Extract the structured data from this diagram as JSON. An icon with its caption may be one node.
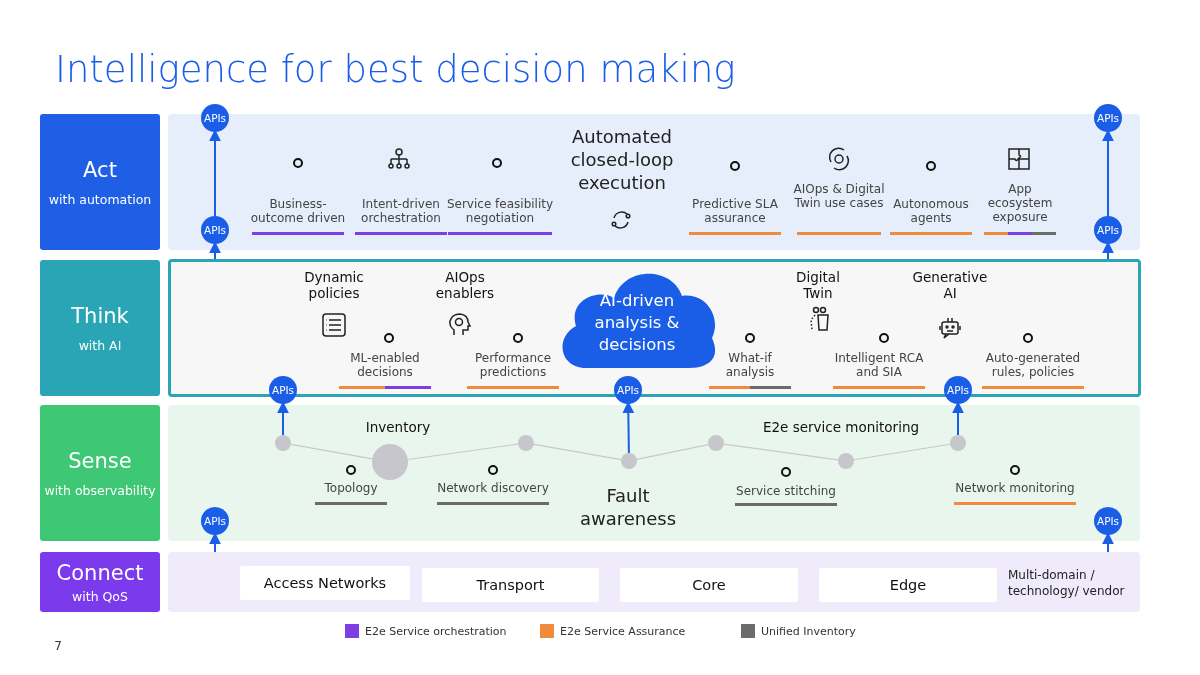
{
  "diagram": {
    "title": "Intelligence for best decision making",
    "nodes": [
      {
        "text": [
          "Act",
          "with automation"
        ]
      },
      {
        "text": [],
        "shape": "box"
      },
      {
        "text": [
          "APIs"
        ]
      },
      {
        "text": [
          "APIs"
        ]
      },
      {
        "text": [
          "APIs"
        ],
        "in": 1
      },
      {
        "text": [
          "APIs"
        ],
        "in": 1
      },
      {
        "text": [
          "Think",
          "with AI"
        ]
      },
      {
        "text": [],
        "shape": "box"
      },
      {
        "text": [
          "AI-driven analysis & decisions"
        ],
        "in": 7
      },
      {
        "text": [
          "APIs"
        ]
      },
      {
        "text": [
          "APIs"
        ]
      },
      {
        "text": [
          "APIs"
        ]
      },
      {
        "text": [
          "Sense",
          "with observability"
        ]
      },
      {
        "text": [],
        "shape": "box"
      },
      {
        "text": [],
        "shape": "circle",
        "in": 13
      },
      {
        "text": [],
        "shape": "circle",
        "in": 13,
        "beside": [
          "Inventory"
        ]
      },
      {
        "text": [],
        "shape": "circle",
        "in": 13
      },
      {
        "text": [],
        "shape": "circle",
        "in": 13
      },
      {
        "text": [],
        "shape": "circle",
        "in": 13
      },
      {
        "text": [],
        "shape": "circle",
        "in": 13
      },
      {
        "text": [],
        "shape": "circle",
        "in": 13
      },
      {
        "text": [
          "APIs"
        ],
        "in": 13
      },
      {
        "text": [
          "APIs"
        ],
        "in": 13
      },
      {
        "text": [
          "Connect",
          "with QoS"
        ]
      },
      {
        "text": [
          "Multi-domain / technology/ vendor"
        ]
      },
      {
        "text": [
          "Access Networks"
        ],
        "in": 24
      },
      {
        "text": [
          "Transport"
        ],
        "in": 24
      },
      {
        "text": [
          "Core"
        ],
        "in": 24
      },
      {
        "text": [
          "Edge"
        ],
        "in": 24
      }
    ],
    "edges": [
      {
        "from": 4,
        "to": 2,
        "arrow": "to"
      },
      {
        "from": 5,
        "to": 3,
        "arrow": "to"
      },
      {
        "from": 7,
        "to": 4,
        "arrow": "to"
      },
      {
        "from": 7,
        "to": 5,
        "arrow": "to"
      },
      {
        "from": 14,
        "to": 9,
        "arrow": "to"
      },
      {
        "from": 17,
        "to": 10,
        "arrow": "to"
      },
      {
        "from": 20,
        "to": 11,
        "arrow": "to"
      },
      {
        "from": 14,
        "to": 15,
        "arrow": "none",
        "color": "#c8c8cc"
      },
      {
        "from": 15,
        "to": 16,
        "arrow": "none",
        "color": "#c8c8cc"
      },
      {
        "from": 16,
        "to": 17,
        "arrow": "none",
        "color": "#c8c8cc"
      },
      {
        "from": 17,
        "to": 18,
        "arrow": "none",
        "color": "#c8c8cc"
      },
      {
        "from": 18,
        "to": 19,
        "arrow": "none",
        "color": "#c8c8cc"
      },
      {
        "from": 19,
        "to": 20,
        "arrow": "none",
        "color": "#c8c8cc"
      },
      {
        "from": 24,
        "to": 21,
        "arrow": "to"
      },
      {
        "from": 24,
        "to": 22,
        "arrow": "to"
      }
    ],
    "labels": [
      "Automated closed-loop execution",
      "Business-outcome driven",
      "Intent-driven orchestration",
      "Service feasibility negotiation",
      "Predictive SLA assurance",
      "AIOps & Digital Twin use cases",
      "Autonomous agents",
      "App ecosystem exposure",
      "Dynamic policies",
      "AIOps enablers",
      "ML-enabled decisions",
      "Performance predictions",
      "Digital Twin",
      "Generative AI",
      "What-if analysis",
      "Intelligent RCA and SIA",
      "Auto-generated rules, policies",
      "E2e service monitoring",
      "Topology",
      "Network discovery",
      "Fault awareness",
      "Service stitching",
      "Network monitoring",
      "7"
    ],
    "legend": [
      {
        "text": "E2e Service orchestration",
        "color": "#7b3fe4"
      },
      {
        "text": "E2e Service Assurance",
        "color": "#f08a3c"
      },
      {
        "text": "Unified Inventory",
        "color": "#6b6b6b"
      }
    ]
  }
}
